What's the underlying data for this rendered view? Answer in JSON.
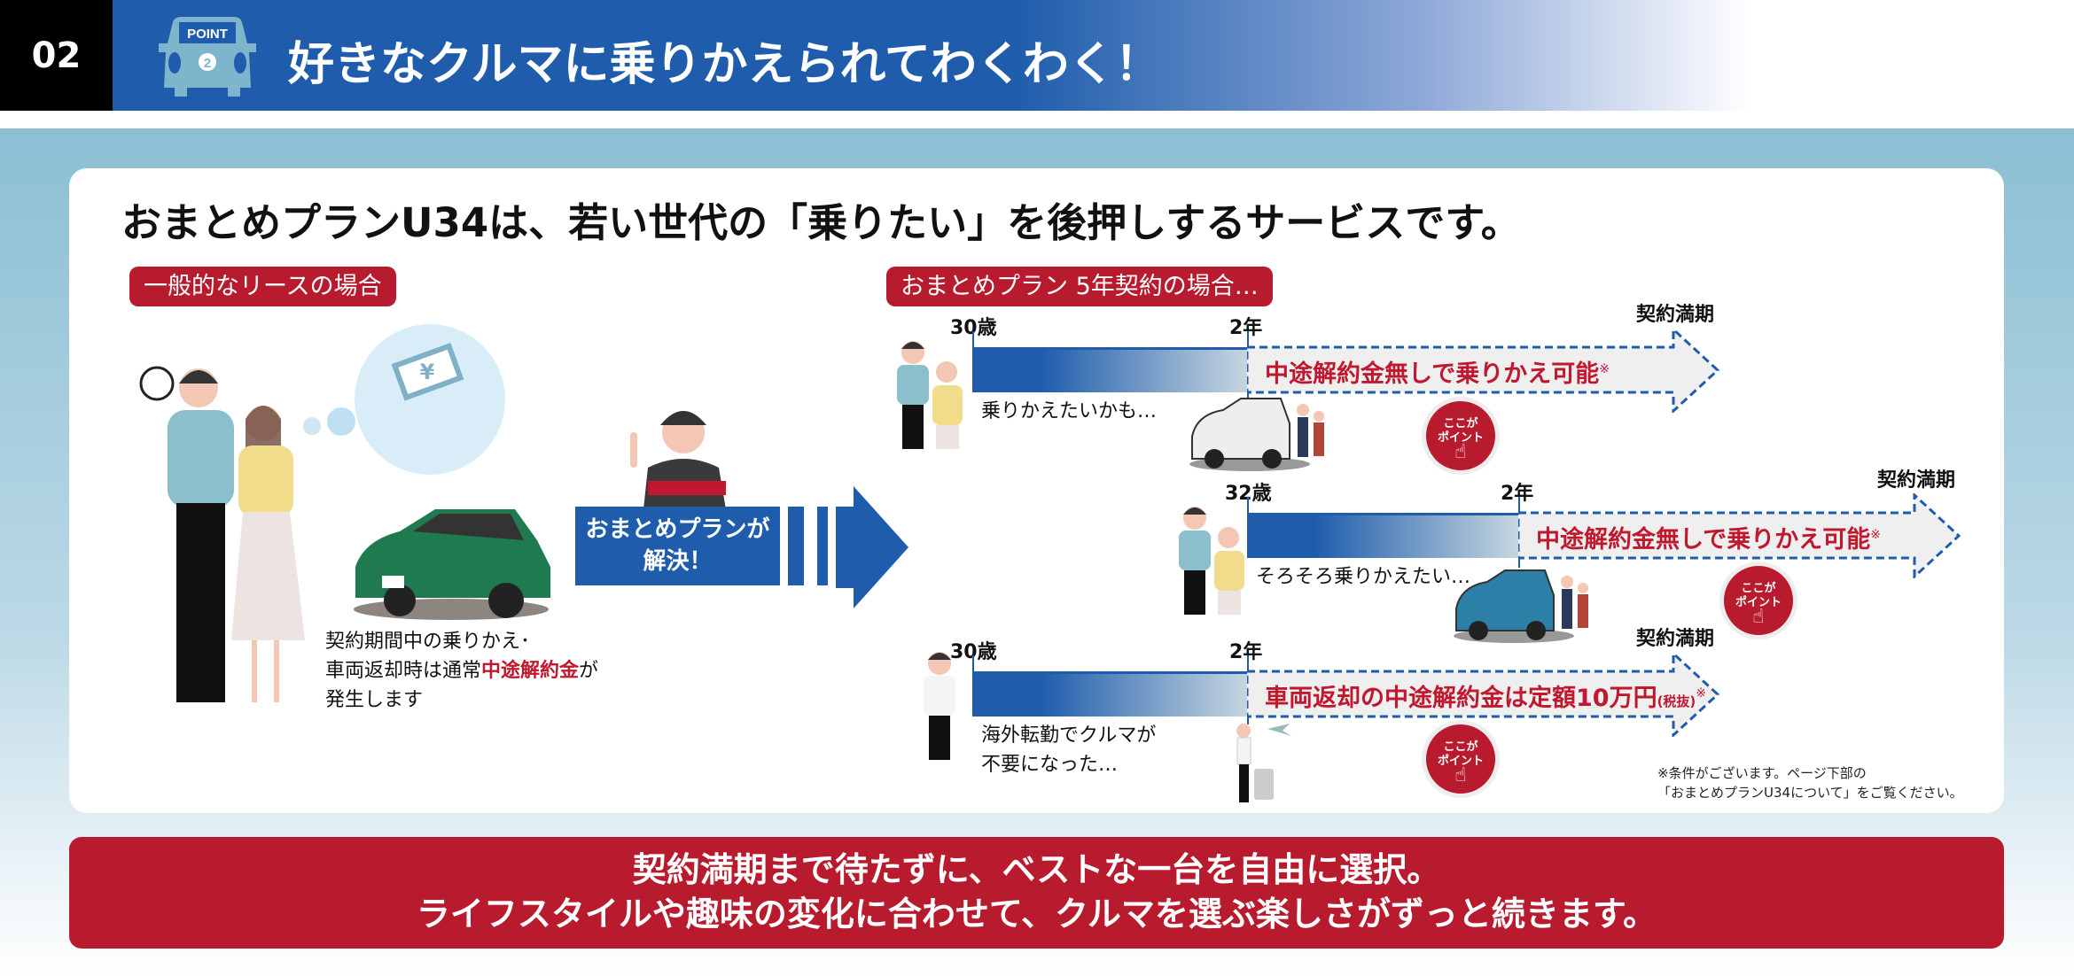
{
  "header": {
    "number": "02",
    "badge_text": "POINT",
    "badge_num": "2",
    "title": "好きなクルマに乗りかえられてわくわく！"
  },
  "headline": "おまとめプランU34は、若い世代の「乗りたい」を後押しするサービスです。",
  "general": {
    "label": "一般的なリースの場合",
    "caption_line1": "契約期間中の乗りかえ･",
    "caption_line2_pre": "車両返却時は通常",
    "caption_line2_em": "中途解約金",
    "caption_line2_post": "が",
    "caption_line3": "発生します"
  },
  "solve": {
    "text_line1": "おまとめプランが",
    "text_line2": "解決！"
  },
  "plan": {
    "label": "おまとめプラン 5年契約の場合…",
    "rows": [
      {
        "age": "30歳",
        "year": "2年",
        "end": "契約満期",
        "message": "中途解約金無しで乗りかえ可能",
        "mark": "※",
        "caption": "乗りかえたいかも…"
      },
      {
        "age": "32歳",
        "year": "2年",
        "end": "契約満期",
        "message": "中途解約金無しで乗りかえ可能",
        "mark": "※",
        "caption": "そろそろ乗りかえたい…"
      },
      {
        "age": "30歳",
        "year": "2年",
        "end": "契約満期",
        "message": "車両返却の中途解約金は定額10万円",
        "suffix": "(税抜)",
        "mark": "※",
        "caption": "海外転勤でクルマが",
        "caption2": "不要になった…"
      }
    ],
    "point_line1": "ここが",
    "point_line2": "ポイント"
  },
  "footnote": {
    "line1": "※条件がございます。ページ下部の",
    "line2": "「おまとめプランU34について」をご覧ください。"
  },
  "banner": {
    "line1": "契約満期まで待たずに、ベストな一台を自由に選択。",
    "line2": "ライフスタイルや趣味の変化に合わせて、クルマを選ぶ楽しさがずっと続きます。"
  },
  "colors": {
    "blue": "#1f5dac",
    "red": "#b81a2e",
    "light_blue": "#8bbfd3"
  }
}
